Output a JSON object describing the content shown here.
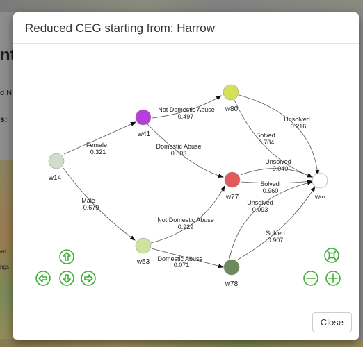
{
  "modal": {
    "title": "Reduced CEG starting from: Harrow",
    "close_label": "Close"
  },
  "colors": {
    "w14": "#d2dccb",
    "w41": "#b43fd9",
    "w80": "#d4e05a",
    "w77": "#e25b5b",
    "w53": "#cfe39e",
    "w78": "#6d8a5c",
    "winf": "#ffffff",
    "control_green": "#3cb034"
  },
  "nodes": {
    "w14": "w14",
    "w41": "w41",
    "w80": "w80",
    "w77": "w77",
    "w53": "w53",
    "w78": "w78",
    "winf": "w∞"
  },
  "edges": {
    "female": {
      "name": "Female",
      "prob": "0.321"
    },
    "male": {
      "name": "Male",
      "prob": "0.679"
    },
    "w41_not_da": {
      "name": "Not Domestic Abuse",
      "prob": "0.497"
    },
    "w41_da": {
      "name": "Domestic Abuse",
      "prob": "0.503"
    },
    "w80_solved": {
      "name": "Solved",
      "prob": "0.784"
    },
    "w80_unsolved": {
      "name": "Unsolved",
      "prob": "0.216"
    },
    "w77_unsolved": {
      "name": "Unsolved",
      "prob": "0.040"
    },
    "w77_solved": {
      "name": "Solved",
      "prob": "0.960"
    },
    "w53_not_da": {
      "name": "Not Domestic Abuse",
      "prob": "0.929"
    },
    "w53_da": {
      "name": "Domestic Abuse",
      "prob": "0.071"
    },
    "w78_unsolved": {
      "name": "Unsolved",
      "prob": "0.093"
    },
    "w78_solved": {
      "name": "Solved",
      "prob": "0.907"
    }
  },
  "controls": {
    "pan_up": "arrow-up-icon",
    "pan_left": "arrow-left-icon",
    "pan_down": "arrow-down-icon",
    "pan_right": "arrow-right-icon",
    "fit": "fit-icon",
    "zoom_out": "zoom-out-icon",
    "zoom_in": "zoom-in-icon"
  },
  "background": {
    "partial_label_1": "nt",
    "partial_label_2": "d N",
    "partial_label_3": "s:",
    "partial_label_4": "ed",
    "partial_label_5": "ngs"
  }
}
